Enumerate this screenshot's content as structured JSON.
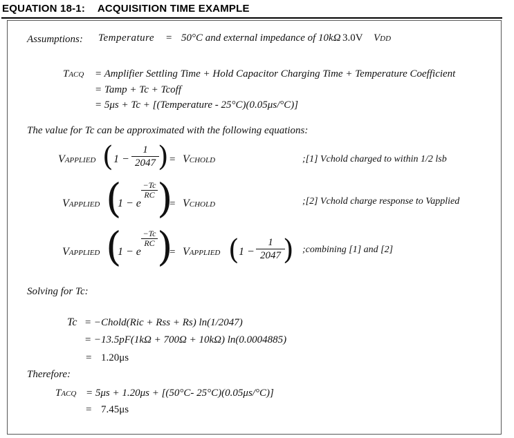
{
  "header": {
    "number": "EQUATION 18-1:",
    "title": "ACQUISITION TIME EXAMPLE"
  },
  "assumptions": {
    "label": "Assumptions:",
    "lhs": "Temperature",
    "eq": "=",
    "text_a": "50°C and external impedance of 10kΩ",
    "text_b": "3.0V",
    "text_c": "Vdd"
  },
  "tacq_block": {
    "lhs": "Tacq",
    "line1": "= Amplifier Settling Time  + Hold Capacitor Charging Time + Temperature Coefficient",
    "line2": "= Tamp + Tc + Tcoff",
    "line3": "= 5μs + Tc + [(Temperature - 25°C)(0.05μs/°C)]"
  },
  "approx_intro": "The value for Tc can be approximated with the following equations:",
  "equations": {
    "vapplied": "Vapplied",
    "vchold": "Vchold",
    "one_minus": "1 −",
    "one_minus_e": "1 − e",
    "one": "1",
    "d2047": "2047",
    "exp_num": "−Tc",
    "exp_den": "RC",
    "eq": "=",
    "note1": ";[1] Vchold charged to within 1/2 lsb",
    "note2": ";[2] Vchold charge response to Vapplied",
    "note3": ";combining [1] and [2]"
  },
  "solving": {
    "label": "Solving for Tc:",
    "line1_lhs": "Tc",
    "line1": "= −Chold(Ric + Rss + Rs) ln(1/2047)",
    "line2": "= −13.5pF(1kΩ + 700Ω + 10kΩ) ln(0.0004885)",
    "line3_eq": "=",
    "line3": "1.20μs"
  },
  "therefore": {
    "label": "Therefore:",
    "lhs": "Tacq",
    "line1": "= 5μs + 1.20μs + [(50°C- 25°C)(0.05μs/°C)]",
    "line2_eq": "=",
    "line2": "7.45μs"
  }
}
